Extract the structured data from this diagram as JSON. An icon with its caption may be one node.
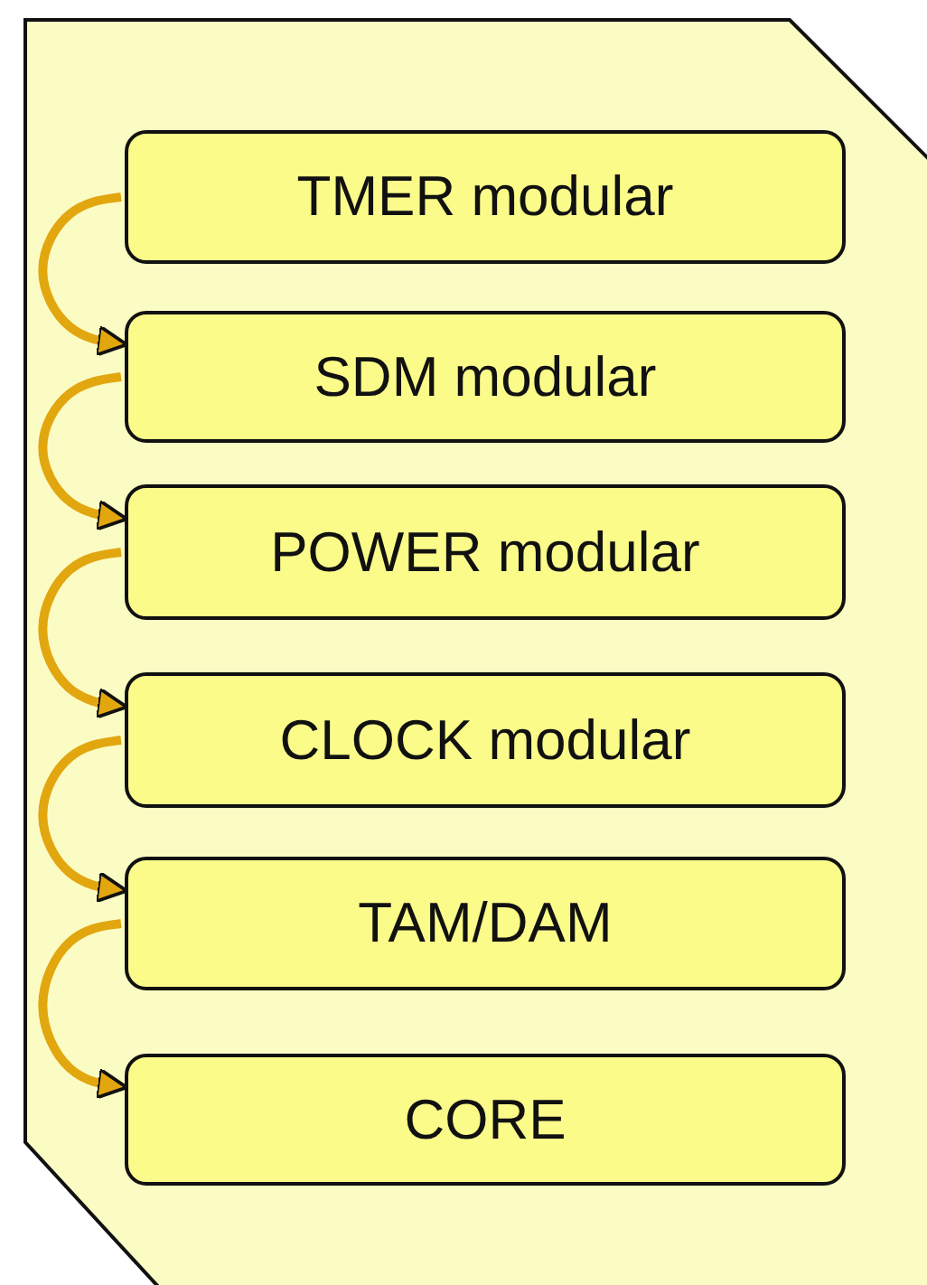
{
  "diagram": {
    "nodes": [
      {
        "text": [],
        "shape": "box"
      },
      {
        "text": [
          "TMER modular"
        ],
        "in": 0
      },
      {
        "text": [
          "SDM modular"
        ],
        "in": 0
      },
      {
        "text": [
          "POWER modular"
        ],
        "in": 0
      },
      {
        "text": [
          "CLOCK modular"
        ],
        "in": 0
      },
      {
        "text": [
          "TAM/DAM"
        ],
        "in": 0
      },
      {
        "text": [
          "CORE"
        ],
        "in": 0
      }
    ],
    "edges": [
      {
        "from": 1,
        "to": 2,
        "arrow": "to"
      },
      {
        "from": 2,
        "to": 3,
        "arrow": "to"
      },
      {
        "from": 3,
        "to": 4,
        "arrow": "to"
      },
      {
        "from": 4,
        "to": 5,
        "arrow": "to"
      },
      {
        "from": 5,
        "to": 6,
        "arrow": "to"
      }
    ]
  }
}
